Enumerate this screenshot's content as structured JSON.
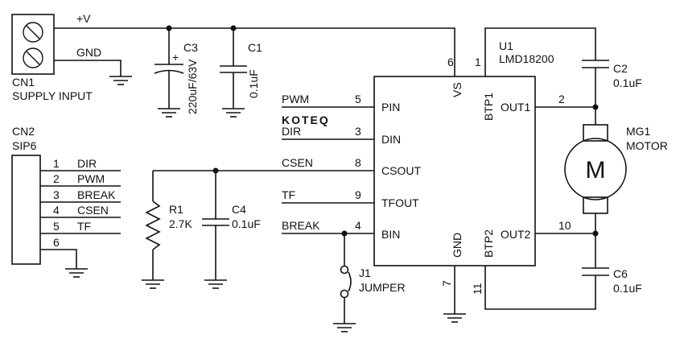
{
  "supply": {
    "plus_v": "+V",
    "gnd": "GND",
    "ref": "CN1",
    "name": "SUPPLY INPUT"
  },
  "c3": {
    "ref": "C3",
    "value": "220uF/63V",
    "polarity": "+"
  },
  "c1": {
    "ref": "C1",
    "value": "0.1uF"
  },
  "u1": {
    "ref": "U1",
    "part": "LMD18200",
    "pins_left": [
      {
        "num": "5",
        "name": "PIN",
        "net": "PWM"
      },
      {
        "num": "3",
        "name": "DIN",
        "net": "DIR"
      },
      {
        "num": "8",
        "name": "CSOUT",
        "net": "CSEN"
      },
      {
        "num": "9",
        "name": "TFOUT",
        "net": "TF"
      },
      {
        "num": "4",
        "name": "BIN",
        "net": "BREAK"
      }
    ],
    "vs": {
      "num": "6",
      "name": "VS"
    },
    "btp1": {
      "num": "1",
      "name": "BTP1"
    },
    "out1": {
      "num": "2",
      "name": "OUT1"
    },
    "out2": {
      "num": "10",
      "name": "OUT2"
    },
    "btp2": {
      "num": "11",
      "name": "BTP2"
    },
    "gnd": {
      "num": "7",
      "name": "GND"
    }
  },
  "logo_text": "KOTEQ",
  "c2": {
    "ref": "C2",
    "value": "0.1uF"
  },
  "c6": {
    "ref": "C6",
    "value": "0.1uF"
  },
  "motor": {
    "ref": "MG1",
    "name": "MOTOR",
    "symbol": "M"
  },
  "cn2": {
    "ref": "CN2",
    "type": "SIP6",
    "pins": [
      {
        "num": "1",
        "net": "DIR"
      },
      {
        "num": "2",
        "net": "PWM"
      },
      {
        "num": "3",
        "net": "BREAK"
      },
      {
        "num": "4",
        "net": "CSEN"
      },
      {
        "num": "5",
        "net": "TF"
      },
      {
        "num": "6",
        "net": ""
      }
    ]
  },
  "r1": {
    "ref": "R1",
    "value": "2.7K"
  },
  "c4": {
    "ref": "C4",
    "value": "0.1uF"
  },
  "j1": {
    "ref": "J1",
    "name": "JUMPER"
  }
}
